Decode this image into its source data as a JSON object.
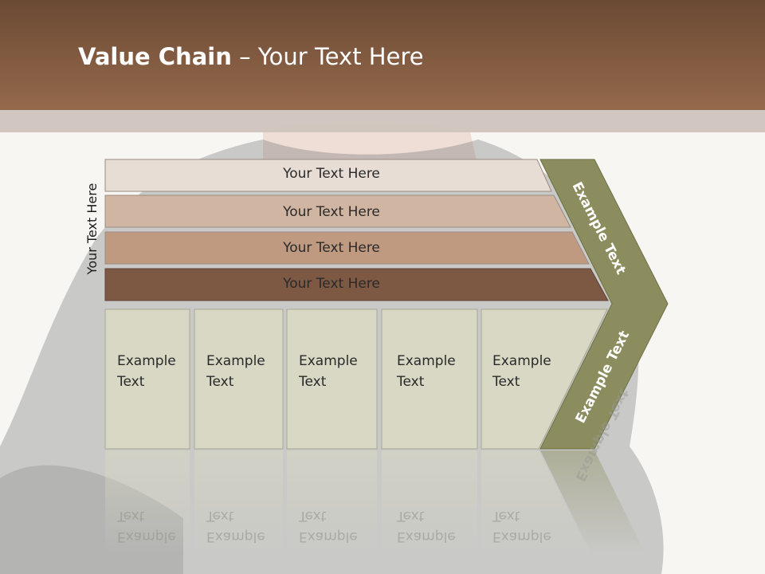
{
  "title": {
    "bold": "Value Chain",
    "rest": " – Your Text Here"
  },
  "side_label": "Your Text Here",
  "bars": [
    {
      "label": "Your Text Here",
      "color": "#e8ddd5"
    },
    {
      "label": "Your Text Here",
      "color": "#d1b5a3"
    },
    {
      "label": "Your Text Here",
      "color": "#bf9a81"
    },
    {
      "label": "Your Text Here",
      "color": "#7d5843"
    }
  ],
  "boxes": [
    {
      "line1": "Example",
      "line2": "Text"
    },
    {
      "line1": "Example",
      "line2": "Text"
    },
    {
      "line1": "Example",
      "line2": "Text"
    },
    {
      "line1": "Example",
      "line2": "Text"
    },
    {
      "line1": "Example",
      "line2": "Text"
    }
  ],
  "chevron": {
    "upper": "Example Text",
    "lower": "Example Text",
    "color": "#8b8d5e"
  },
  "colors": {
    "header_dark": "#6b4a34",
    "header_light": "#95694c",
    "box_fill": "#d8d8c4"
  }
}
